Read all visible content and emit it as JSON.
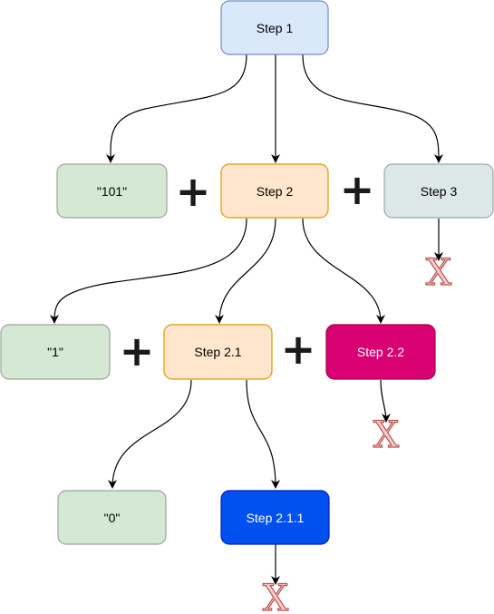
{
  "nodes": {
    "step1": {
      "label": "Step 1",
      "fill": "#dae8fc",
      "stroke": "#6c8ebf",
      "text_color": "#000000"
    },
    "lit101": {
      "label": "\"101\"",
      "fill": "#d5e8d4",
      "stroke": "#9aa59a",
      "text_color": "#000000"
    },
    "step2": {
      "label": "Step 2",
      "fill": "#ffe6cc",
      "stroke": "#d79b00",
      "text_color": "#000000"
    },
    "step3": {
      "label": "Step 3",
      "fill": "#dce7e7",
      "stroke": "#9aa9a9",
      "text_color": "#000000"
    },
    "lit1": {
      "label": "\"1\"",
      "fill": "#d5e8d4",
      "stroke": "#9aa59a",
      "text_color": "#000000"
    },
    "step21": {
      "label": "Step 2.1",
      "fill": "#ffe6cc",
      "stroke": "#d79b00",
      "text_color": "#000000"
    },
    "step22": {
      "label": "Step 2.2",
      "fill": "#d80073",
      "stroke": "#a50040",
      "text_color": "#ffffff"
    },
    "lit0": {
      "label": "\"0\"",
      "fill": "#d5e8d4",
      "stroke": "#9aa59a",
      "text_color": "#000000"
    },
    "step211": {
      "label": "Step 2.1.1",
      "fill": "#0050ef",
      "stroke": "#001dbc",
      "text_color": "#ffffff"
    }
  },
  "operators": {
    "plus": "+"
  },
  "terminals": {
    "symbol": "X",
    "fill": "#f8cecc",
    "stroke": "#b85450"
  },
  "edge_color": "#000000"
}
